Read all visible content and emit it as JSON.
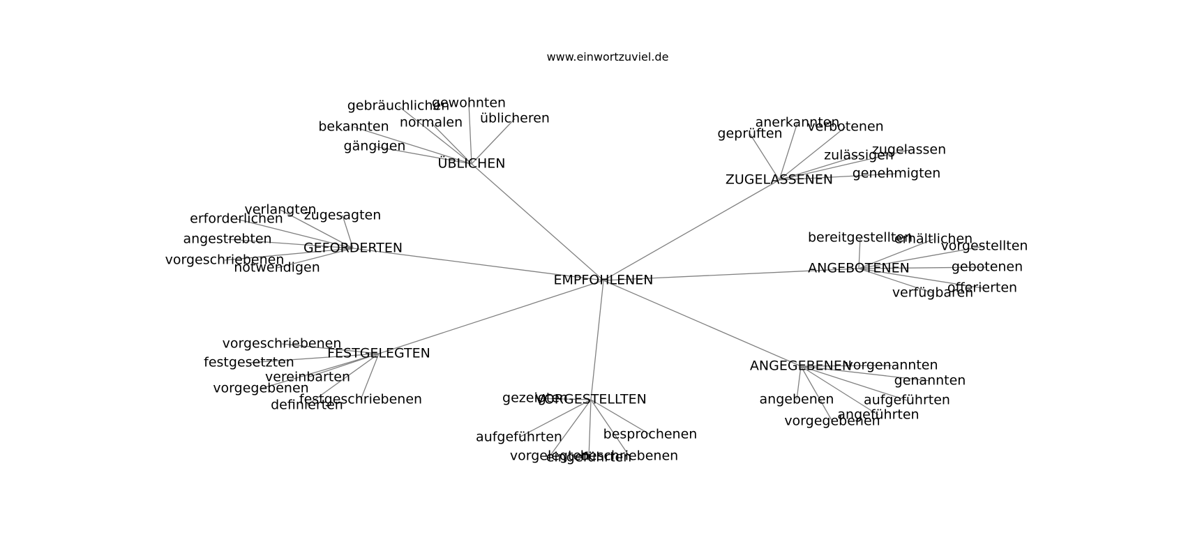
{
  "header": {
    "site": "www.einwortzuviel.de"
  },
  "graph": {
    "root": "EMPFOHLENEN",
    "clusters": [
      {
        "id": "ueblichen",
        "label": "ÜBLICHEN",
        "leaves": [
          "gebräuchlichen",
          "gewohnten",
          "normalen",
          "üblicheren",
          "bekannten",
          "gängigen"
        ]
      },
      {
        "id": "zugelassenen",
        "label": "ZUGELASSENEN",
        "leaves": [
          "anerkannten",
          "geprüften",
          "verbotenen",
          "zugelassen",
          "zulässigen",
          "genehmigten"
        ]
      },
      {
        "id": "geforderten",
        "label": "GEFORDERTEN",
        "leaves": [
          "verlangten",
          "erforderlichen",
          "zugesagten",
          "angestrebten",
          "vorgeschriebenen",
          "notwendigen"
        ]
      },
      {
        "id": "angebotenen",
        "label": "ANGEBOTENEN",
        "leaves": [
          "bereitgestellten",
          "erhältlichen",
          "vorgestellten",
          "gebotenen",
          "offerierten",
          "verfügbaren"
        ]
      },
      {
        "id": "festgelegten",
        "label": "FESTGELEGTEN",
        "leaves": [
          "vorgeschriebenen",
          "festgesetzten",
          "vereinbarten",
          "vorgegebenen",
          "festgeschriebenen",
          "definierten"
        ]
      },
      {
        "id": "angegebenen",
        "label": "ANGEGEBENEN",
        "leaves": [
          "vorgenannten",
          "genannten",
          "aufgeführten",
          "angebenen",
          "angeführten",
          "vorgegebenen"
        ]
      },
      {
        "id": "vorgestellten",
        "label": "VORGESTELLTEN",
        "leaves": [
          "gezeigten",
          "aufgeführten",
          "besprochenen",
          "vorgelegten",
          "eingeführten",
          "beschriebenen"
        ]
      }
    ]
  },
  "colors": {
    "edge": "#808080",
    "text": "#000000",
    "background": "#ffffff"
  }
}
